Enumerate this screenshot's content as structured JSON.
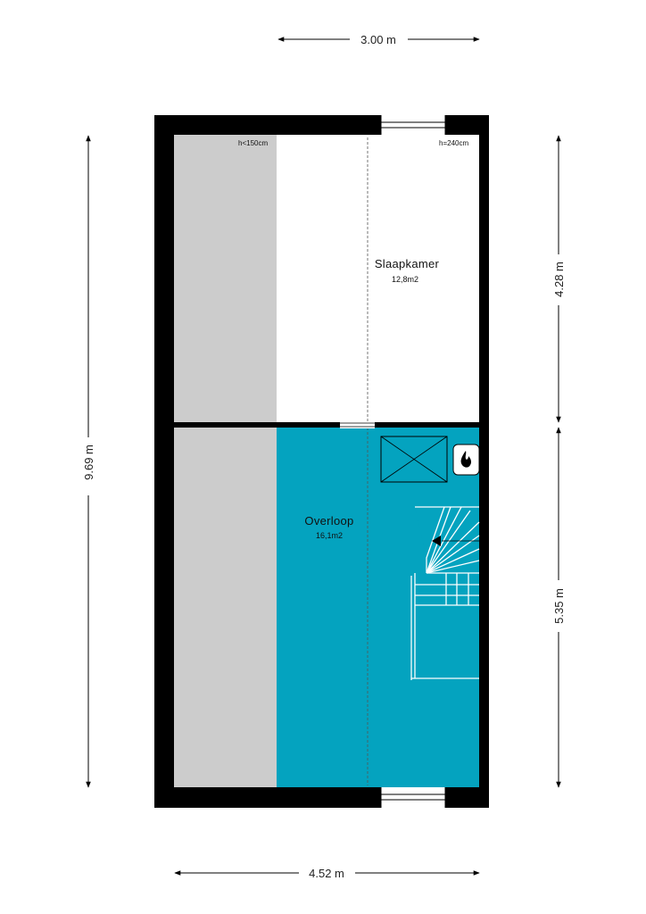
{
  "dimensions": {
    "top_width": "3.00 m",
    "bottom_width": "4.52 m",
    "total_height": "9.69 m",
    "upper_height": "4.28 m",
    "lower_height": "5.35 m"
  },
  "rooms": [
    {
      "name": "Slaapkamer",
      "area": "12,8m2"
    },
    {
      "name": "Overloop",
      "area": "16,1m2"
    }
  ],
  "height_notes": {
    "low": "h<150cm",
    "full": "h=240cm"
  },
  "colors": {
    "wall": "#000000",
    "low_ceiling_zone": "#cccccc",
    "overloop_floor": "#04a3bf",
    "slaapkamer_floor": "#ffffff",
    "stairs_lines": "#ffffff"
  },
  "icons": [
    "boiler-flame-icon",
    "skylight-x-icon",
    "stair-direction-arrow-icon"
  ]
}
